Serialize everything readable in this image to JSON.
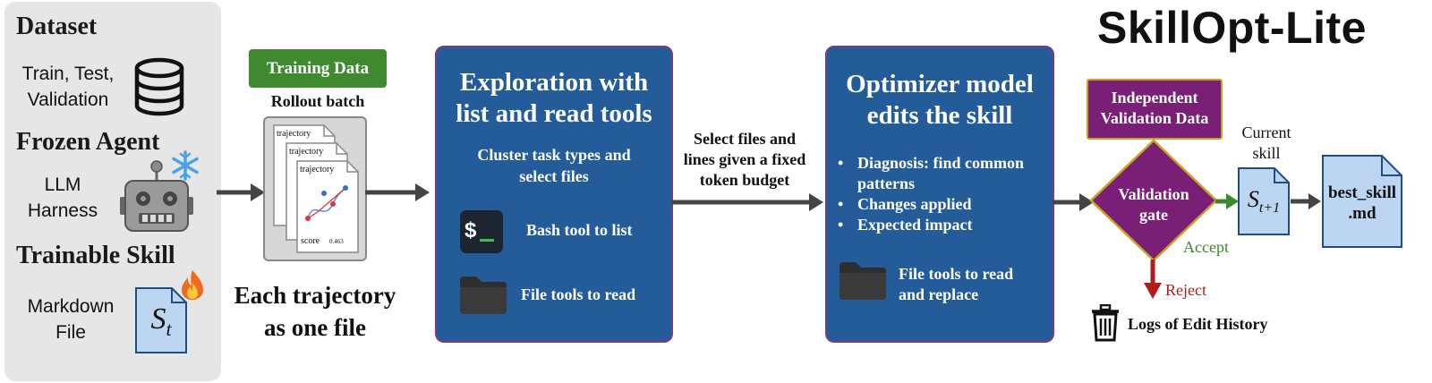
{
  "title": "SkillOpt-Lite",
  "left": {
    "dataset_title": "Dataset",
    "dataset_text": [
      "Train, Test,",
      "Validation"
    ],
    "dataset_icon": "database-icon",
    "agent_title": "Frozen Agent",
    "agent_text": [
      "LLM",
      "Harness"
    ],
    "agent_icon": "robot-icon",
    "agent_badge": "snowflake-icon",
    "skill_title": "Trainable Skill",
    "skill_text": [
      "Markdown",
      "File"
    ],
    "skill_doc": "S",
    "skill_doc_sub": "t",
    "skill_badge": "fire-icon"
  },
  "training": {
    "tag": "Training Data",
    "batch_label": "Rollout batch",
    "page_label": "trajectory",
    "score_label": "score",
    "score_value": "0.463",
    "caption": [
      "Each trajectory",
      "as one file"
    ]
  },
  "exploration": {
    "title": [
      "Exploration with",
      "list and read tools"
    ],
    "subtitle": [
      "Cluster task types and",
      "select files"
    ],
    "bash_label": "Bash tool to list",
    "file_label": "File tools to read"
  },
  "select_label": [
    "Select files and",
    "lines given a fixed",
    "token budget"
  ],
  "optimizer": {
    "title": [
      "Optimizer model",
      "edits the skill"
    ],
    "bullets": [
      [
        "Diagnosis: find common",
        "patterns"
      ],
      [
        "Changes applied"
      ],
      [
        "Expected impact"
      ]
    ],
    "file_label": [
      "File tools to read",
      "and replace"
    ]
  },
  "validation": {
    "data_label": [
      "Independent",
      "Validation Data"
    ],
    "gate_label": [
      "Validation",
      "gate"
    ],
    "accept": "Accept",
    "reject": "Reject",
    "logs": "Logs of Edit History"
  },
  "current_skill": {
    "label": [
      "Current",
      "skill"
    ],
    "doc": "S",
    "doc_sub": "t+1"
  },
  "best_skill": [
    "best_skill",
    ".md"
  ],
  "colors": {
    "blue_box": "#235c99",
    "purple": "#7a1f76",
    "green": "#3b8a2e",
    "red": "#b01c1c",
    "arrow": "#444444"
  }
}
